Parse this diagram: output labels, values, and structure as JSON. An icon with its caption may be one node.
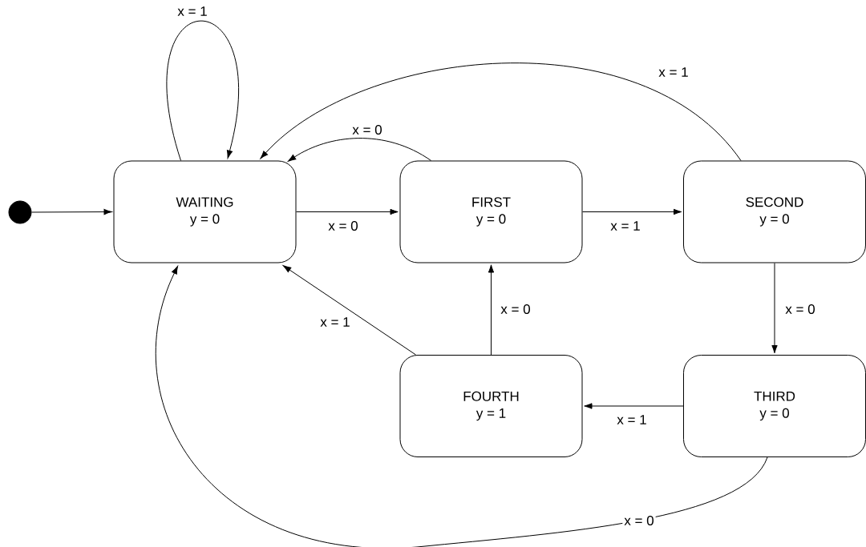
{
  "diagram": {
    "nodes": [
      {
        "text": [],
        "shape": "circle"
      },
      {
        "text": [
          "WAITING",
          "y = 0"
        ]
      },
      {
        "text": [
          "FIRST",
          "y = 0"
        ]
      },
      {
        "text": [
          "SECOND",
          "y = 0"
        ]
      },
      {
        "text": [
          "THIRD",
          "y = 0"
        ]
      },
      {
        "text": [
          "FOURTH",
          "y = 1"
        ]
      }
    ],
    "edges": [
      {
        "from": 0,
        "to": 1,
        "arrow": "to"
      },
      {
        "from": 1,
        "to": 1,
        "arrow": "to",
        "label": "x = 1"
      },
      {
        "from": 2,
        "to": 1,
        "arrow": "to",
        "label": "x = 0"
      },
      {
        "from": 1,
        "to": 2,
        "arrow": "to",
        "label": "x = 0"
      },
      {
        "from": 2,
        "to": 3,
        "arrow": "to",
        "label": "x = 1"
      },
      {
        "from": 3,
        "to": 1,
        "arrow": "to",
        "label": "x = 1"
      },
      {
        "from": 3,
        "to": 4,
        "arrow": "to",
        "label": "x = 0"
      },
      {
        "from": 4,
        "to": 5,
        "arrow": "to",
        "label": "x = 1"
      },
      {
        "from": 5,
        "to": 2,
        "arrow": "to",
        "label": "x = 0"
      },
      {
        "from": 5,
        "to": 1,
        "arrow": "to",
        "label": "x = 1"
      },
      {
        "from": 4,
        "to": 1,
        "arrow": "to",
        "label": "x = 0"
      }
    ]
  }
}
